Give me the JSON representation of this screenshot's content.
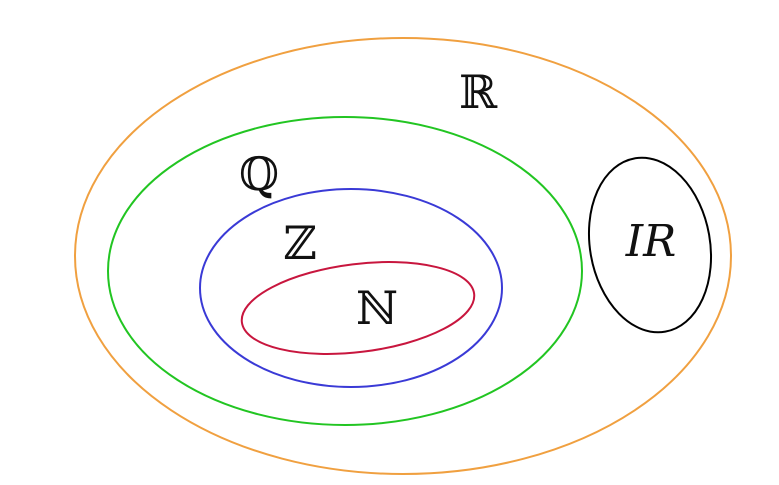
{
  "sets": {
    "reals": {
      "label": "ℝ",
      "color": "#f0a040"
    },
    "rationals": {
      "label": "ℚ",
      "color": "#22c522"
    },
    "integers": {
      "label": "ℤ",
      "color": "#3a3ad6"
    },
    "naturals": {
      "label": "ℕ",
      "color": "#c8163e"
    },
    "irrationals": {
      "label": "IR",
      "color": "#000000"
    }
  }
}
